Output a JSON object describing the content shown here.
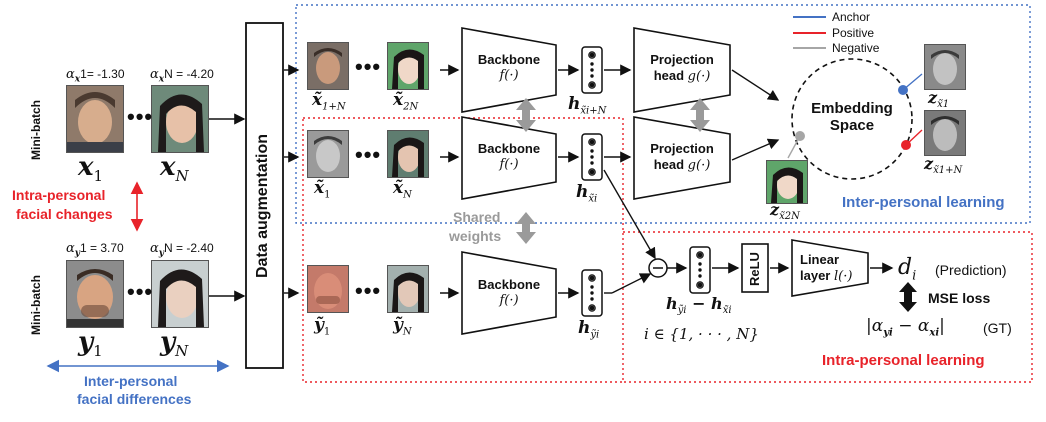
{
  "left": {
    "minibatch_top": "Mini-batch",
    "minibatch_bottom": "Mini-batch",
    "alpha_x1": "α",
    "alpha_x1_sub": "x",
    "alpha_x1_val": "1= -1.30",
    "alpha_xN": "α",
    "alpha_xN_sub": "x",
    "alpha_xN_val": "N = -4.20",
    "alpha_y1_val": "1 = 3.70",
    "alpha_yN_val": "N = -2.40",
    "x1": "x",
    "x1_sub": "1",
    "xN": "x",
    "xN_sub": "N",
    "y1": "y",
    "y1_sub": "1",
    "yN": "y",
    "yN_sub": "N",
    "intra_line1": "Intra-personal",
    "intra_line2": "facial changes",
    "inter_line1": "Inter-personal",
    "inter_line2": "facial differences"
  },
  "augmentation_label": "Data augmentation",
  "row1": {
    "x1N": "x̃",
    "x1N_sub": "1+N",
    "x2N": "x̃",
    "x2N_sub": "2N",
    "backbone": "Backbone",
    "backbone_fn": "f(·)",
    "h_label": "h",
    "h_sub": "x̃i+N",
    "proj_line1": "Projection",
    "proj_line2": "head",
    "proj_fn": "g(·)"
  },
  "row2": {
    "x1": "x̃",
    "x1_sub": "1",
    "xN": "x̃",
    "xN_sub": "N",
    "backbone": "Backbone",
    "backbone_fn": "f(·)",
    "h_label": "h",
    "h_sub": "x̃i",
    "proj_line1": "Projection",
    "proj_line2": "head",
    "proj_fn": "g(·)",
    "shared1": "Shared",
    "shared2": "weights"
  },
  "row3": {
    "y1": "ỹ",
    "y1_sub": "1",
    "yN": "ỹ",
    "yN_sub": "N",
    "backbone": "Backbone",
    "backbone_fn": "f(·)",
    "h_label": "h",
    "h_sub": "ỹi",
    "diff_label": "h",
    "diff_sub1": "ỹi",
    "diff_mid": " − h",
    "diff_sub2": "x̃i",
    "index_set": "i ∈ {1, · · · , N}",
    "relu": "ReLU",
    "linear_line1": "Linear",
    "linear_line2": "layer",
    "linear_fn": "l(·)",
    "d_label": "d",
    "d_sub": "i",
    "prediction": "(Prediction)",
    "mse": "MSE loss",
    "gt_formula": "|α",
    "gt_sub1": "yi",
    "gt_mid": " − α",
    "gt_sub2": "xi",
    "gt_end": "|",
    "gt_tag": "(GT)"
  },
  "embedding": {
    "title_line1": "Embedding",
    "title_line2": "Space",
    "z1": "z",
    "z1_sub": "x̃1",
    "z1N": "z",
    "z1N_sub": "x̃1+N",
    "z2N": "z",
    "z2N_sub": "x̃2N"
  },
  "legend": {
    "anchor": "Anchor",
    "positive": "Positive",
    "negative": "Negative",
    "anchor_color": "#4472c4",
    "positive_color": "#e8232a",
    "negative_color": "#a6a6a6"
  },
  "sections": {
    "inter": "Inter-personal learning",
    "intra": "Intra-personal learning"
  }
}
